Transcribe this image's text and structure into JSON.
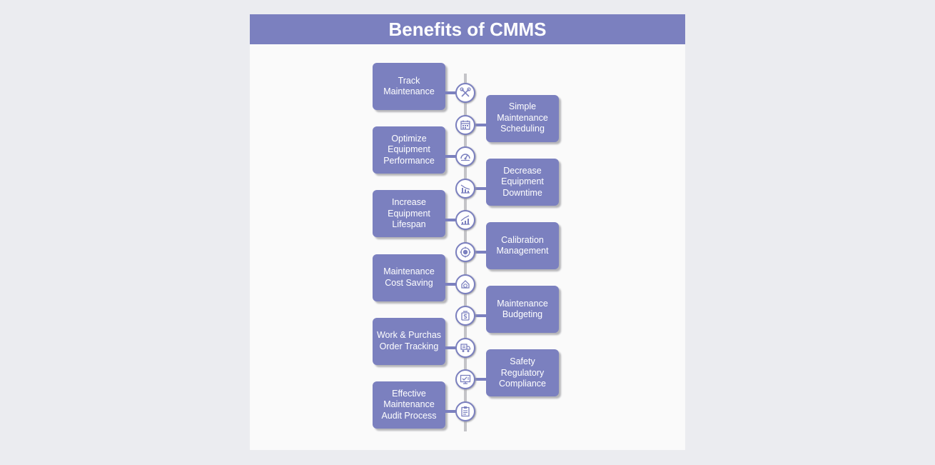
{
  "title": "Benefits of CMMS",
  "accent_color": "#7b80bf",
  "benefits": [
    {
      "label": "Track\nMaintenance",
      "side": "left",
      "icon": "wrench-screwdriver-icon"
    },
    {
      "label": "Simple\nMaintenance\nScheduling",
      "side": "right",
      "icon": "calendar-icon"
    },
    {
      "label": "Optimize\nEquipment\nPerformance",
      "side": "left",
      "icon": "gauge-icon"
    },
    {
      "label": "Decrease\nEquipment\nDowntime",
      "side": "right",
      "icon": "declining-chart-icon"
    },
    {
      "label": "Increase\nEquipment\nLifespan",
      "side": "left",
      "icon": "rising-chart-icon"
    },
    {
      "label": "Calibration\nManagement",
      "side": "right",
      "icon": "target-icon"
    },
    {
      "label": "Maintenance\nCost Saving",
      "side": "left",
      "icon": "piggy-bank-icon"
    },
    {
      "label": "Maintenance\nBudgeting",
      "side": "right",
      "icon": "money-icon"
    },
    {
      "label": "Work & Purchas\nOrder Tracking",
      "side": "left",
      "icon": "truck-order-icon"
    },
    {
      "label": "Safety\nRegulatory\nCompliance",
      "side": "right",
      "icon": "monitor-checklist-icon"
    },
    {
      "label": "Effective\nMaintenance\nAudit Process",
      "side": "left",
      "icon": "audit-clipboard-icon"
    }
  ]
}
